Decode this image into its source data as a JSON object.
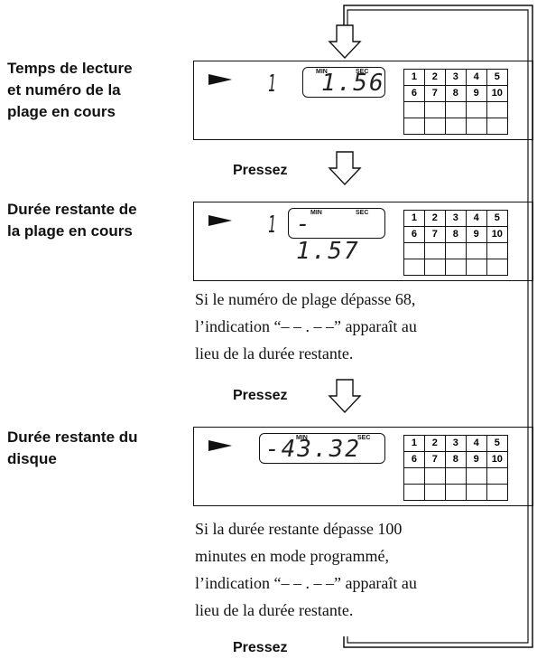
{
  "labels": {
    "reading": [
      "Temps de lecture",
      "et numéro de la",
      "plage en cours"
    ],
    "track_remaining": [
      "Durée restante de",
      "la plage en cours"
    ],
    "disc_remaining": [
      "Durée restante du",
      "disque"
    ]
  },
  "press_label": "Pressez",
  "notes": {
    "track_note": [
      "Si le numéro de plage dépasse 68,",
      "l’indication “– – . – –” apparaît au",
      "lieu de la durée restante."
    ],
    "disc_note": [
      "Si la durée restante dépasse 100",
      "minutes en mode programmé,",
      "l’indication “– – . – –” apparaît au",
      "lieu de la durée restante."
    ]
  },
  "displays": [
    {
      "track": "1",
      "min_label": "MIN",
      "sec_label": "SEC",
      "time": "1.56"
    },
    {
      "track": "1",
      "min_label": "MIN",
      "sec_label": "SEC",
      "time": "- 1.57"
    },
    {
      "track": "",
      "min_label": "MIN",
      "sec_label": "SEC",
      "time": "-43.32"
    }
  ],
  "grid": {
    "row1": [
      "1",
      "2",
      "3",
      "4",
      "5"
    ],
    "row2": [
      "6",
      "7",
      "8",
      "9",
      "10"
    ]
  },
  "icons": {
    "play": "play-triangle-icon",
    "arrow": "down-arrow-icon"
  }
}
